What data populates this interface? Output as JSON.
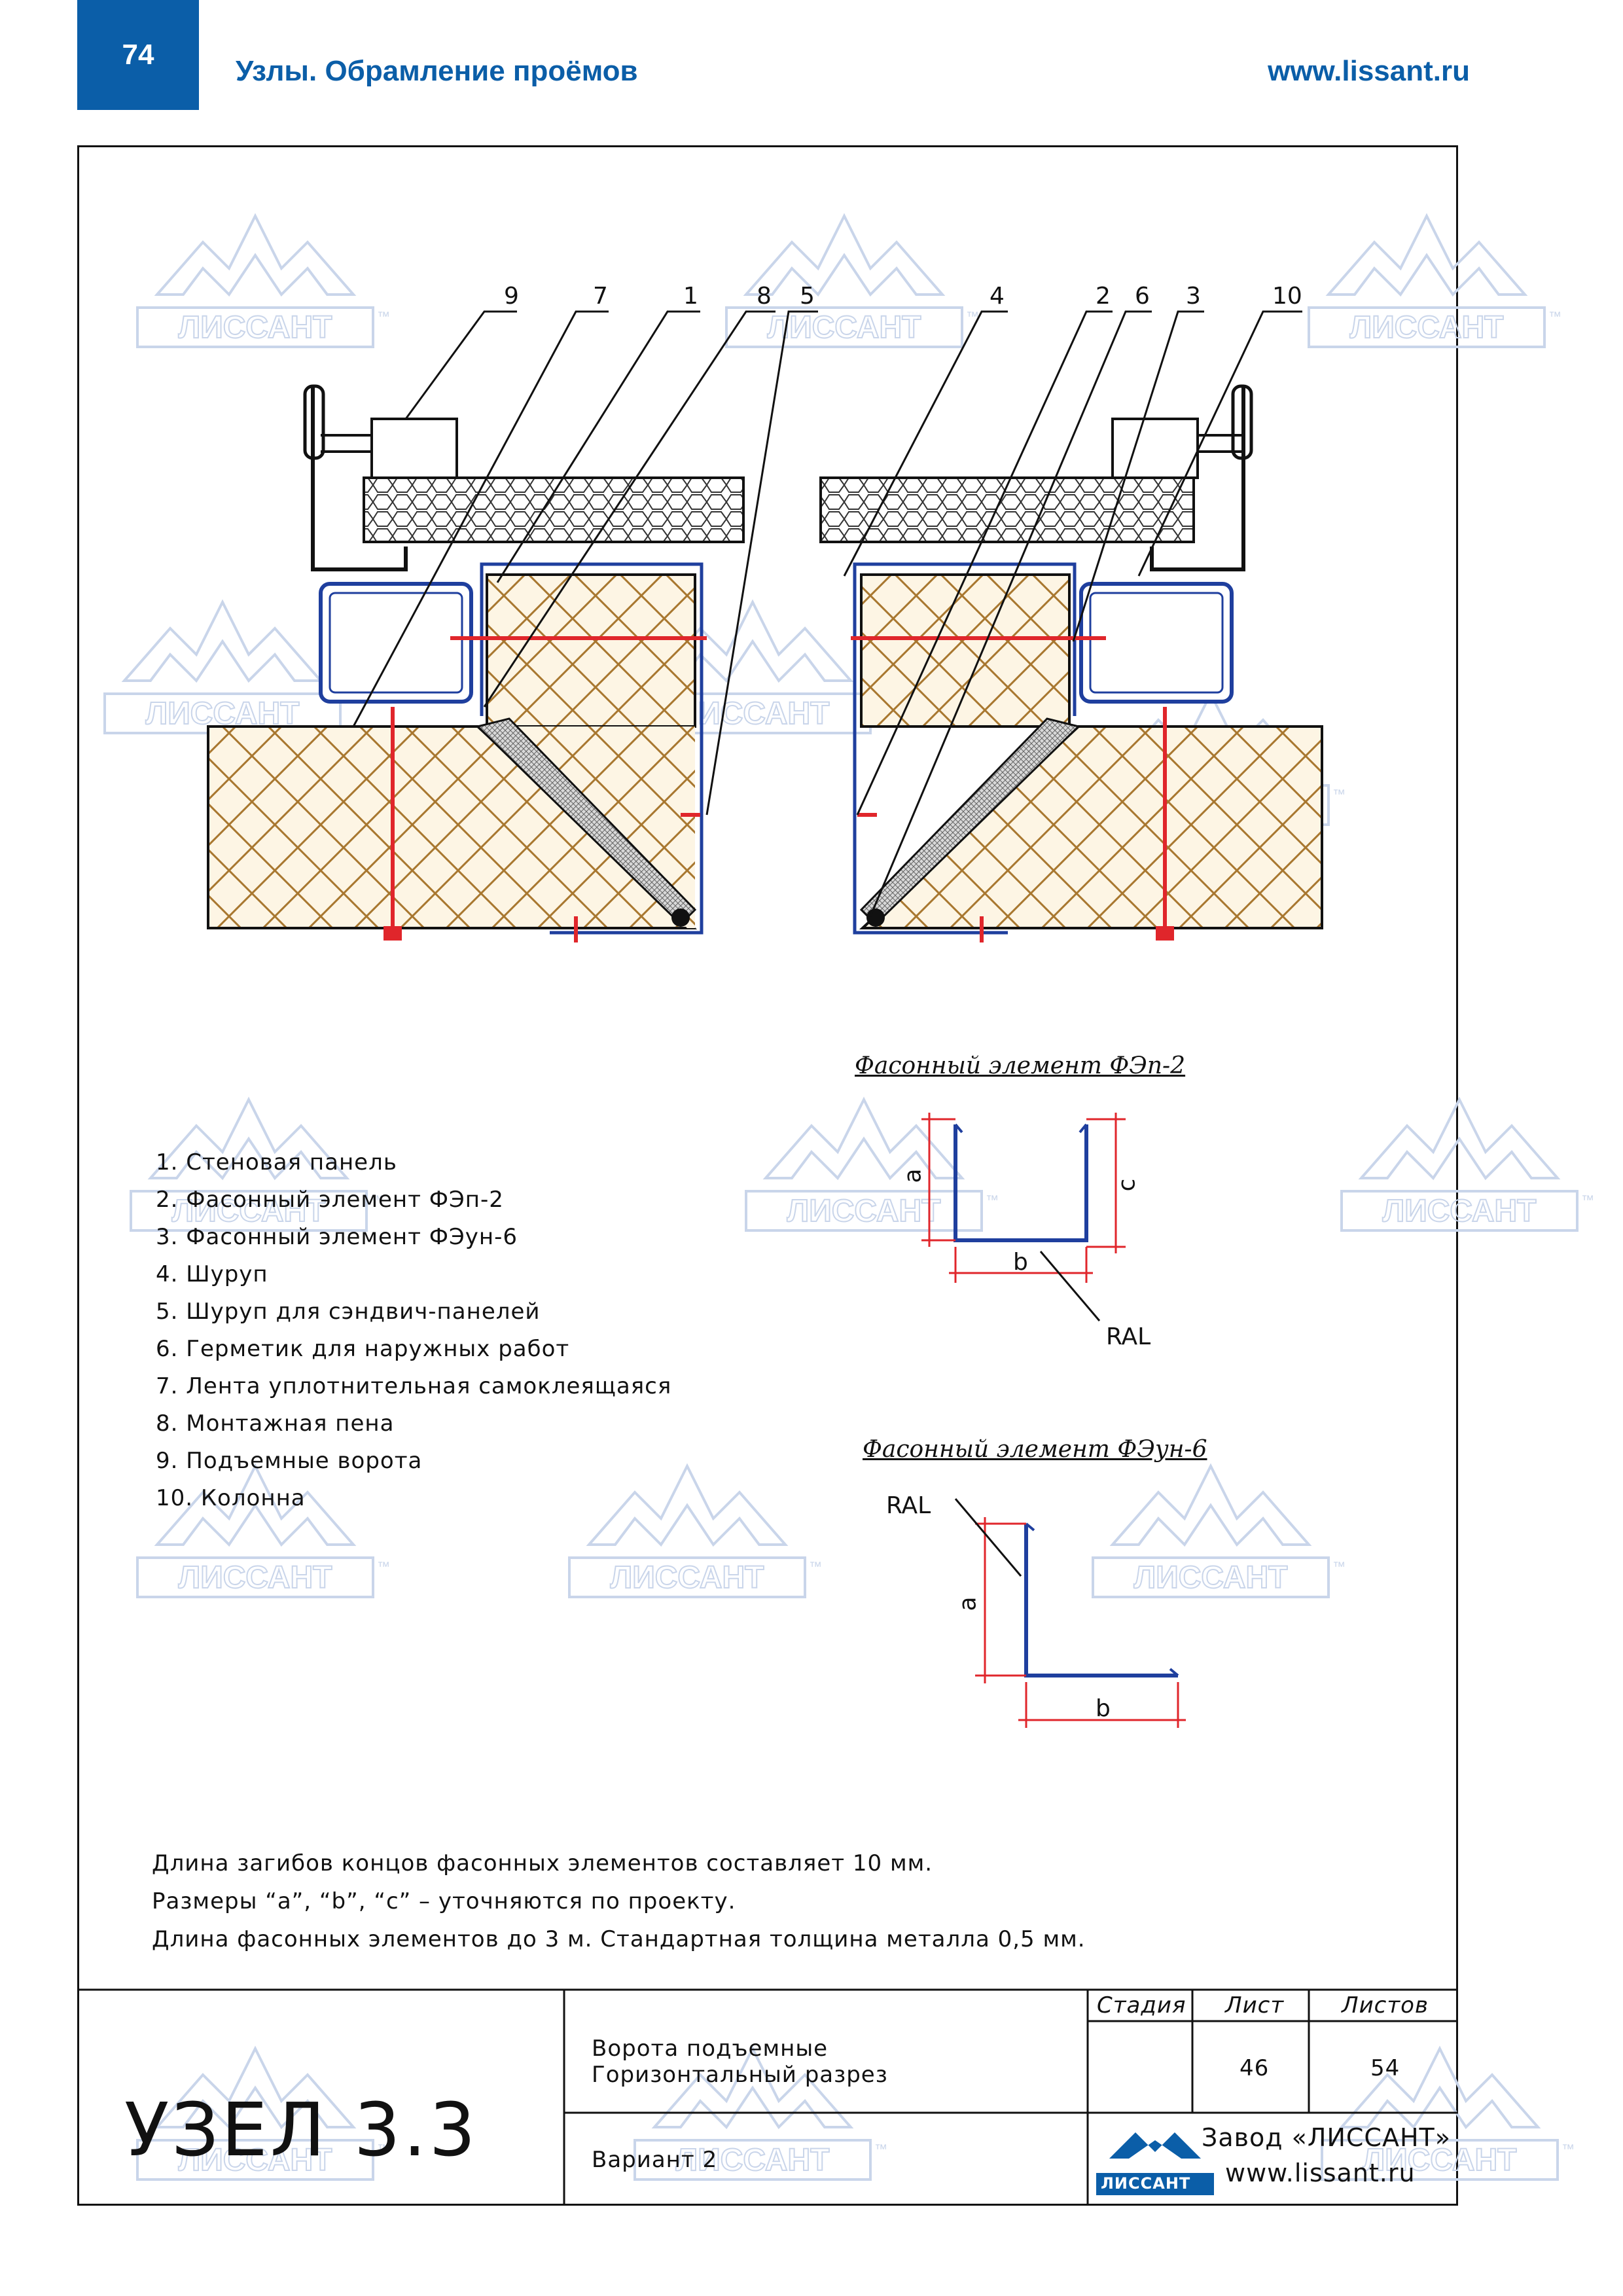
{
  "header": {
    "page_number": "74",
    "title": "Узлы. Обрамление проёмов",
    "url": "www.lissant.ru"
  },
  "watermark": {
    "text": "ЛИССАНТ",
    "mark": "™"
  },
  "callouts": [
    "9",
    "7",
    "1",
    "8",
    "5",
    "4",
    "2",
    "6",
    "3",
    "10"
  ],
  "legend": [
    "1. Стеновая панель",
    "2. Фасонный элемент ФЭп-2",
    "3. Фасонный элемент ФЭун-6",
    "4. Шуруп",
    "5. Шуруп для сэндвич-панелей",
    "6. Герметик для наружных работ",
    "7. Лента уплотнительная самоклеящаяся",
    "8. Монтажная пена",
    "9. Подъемные ворота",
    "10. Колонна"
  ],
  "profile1": {
    "title": "Фасонный элемент ФЭп-2",
    "dim_a": "a",
    "dim_b": "b",
    "dim_c": "c",
    "finish": "RAL"
  },
  "profile2": {
    "title": "Фасонный элемент ФЭун-6",
    "dim_a": "a",
    "dim_b": "b",
    "finish": "RAL"
  },
  "notes": [
    "Длина загибов концов фасонных элементов составляет 10 мм.",
    "Размеры “a”, “b”, “c” – уточняются по проекту.",
    "Длина фасонных элементов до 3 м. Стандартная толщина металла 0,5 мм."
  ],
  "title_block": {
    "node": "УЗЕЛ 3.3",
    "desc_line1": "Ворота подъемные",
    "desc_line2": "Горизонтальный разрез",
    "variant": "Вариант 2",
    "stage_label": "Стадия",
    "sheet_label": "Лист",
    "sheets_label": "Листов",
    "stage_value": "",
    "sheet_value": "46",
    "sheets_value": "54",
    "company": "Завод «ЛИССАНТ»",
    "company_url": "www.lissant.ru",
    "logo_text": "ЛИССАНТ"
  },
  "colors": {
    "brand_blue": "#0b5ea8",
    "profile_blue": "#1f3f9e",
    "screw_red": "#e0262b",
    "insulation_brown": "#a8772f",
    "watermark": "#c9d5ea"
  }
}
